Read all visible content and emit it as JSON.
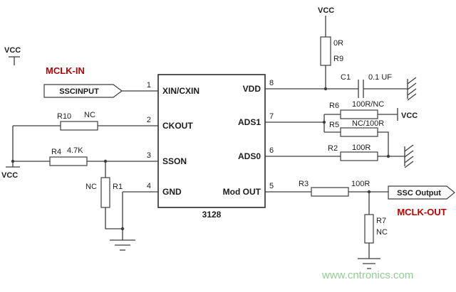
{
  "ic": {
    "part_number": "3128",
    "pins": [
      {
        "num": "1",
        "label": "XIN/CXIN",
        "side": "left"
      },
      {
        "num": "2",
        "label": "CKOUT",
        "side": "left"
      },
      {
        "num": "3",
        "label": "SSON",
        "side": "left"
      },
      {
        "num": "4",
        "label": "GND",
        "side": "left"
      },
      {
        "num": "5",
        "label": "Mod OUT",
        "side": "right"
      },
      {
        "num": "6",
        "label": "ADS0",
        "side": "right"
      },
      {
        "num": "7",
        "label": "ADS1",
        "side": "right"
      },
      {
        "num": "8",
        "label": "VDD",
        "side": "right"
      }
    ]
  },
  "resistors": {
    "r9": {
      "ref": "R9",
      "value": "0R"
    },
    "r10": {
      "ref": "R10",
      "value": "NC"
    },
    "r4": {
      "ref": "R4",
      "value": "4.7K"
    },
    "r1": {
      "ref": "R1",
      "value": "NC"
    },
    "r6": {
      "ref": "R6",
      "value": "100R/NC"
    },
    "r5": {
      "ref": "R5",
      "value": "NC/100R"
    },
    "r2": {
      "ref": "R2",
      "value": "100R"
    },
    "r3": {
      "ref": "R3",
      "value": "100R"
    },
    "r7": {
      "ref": "R7",
      "value": "NC"
    }
  },
  "capacitor": {
    "ref": "C1",
    "value": "0.1 UF"
  },
  "power": {
    "vcc": "VCC"
  },
  "signals": {
    "mclk_in": "MCLK-IN",
    "input_flag": "SSCINPUT",
    "output_flag": "SSC Output",
    "mclk_out": "MCLK-OUT"
  },
  "watermark": "www.cntronics.com",
  "colors": {
    "wire": "#3d3d3d",
    "label_red": "#c00000",
    "watermark_green": "#8fce8f",
    "background": "#ffffff"
  }
}
